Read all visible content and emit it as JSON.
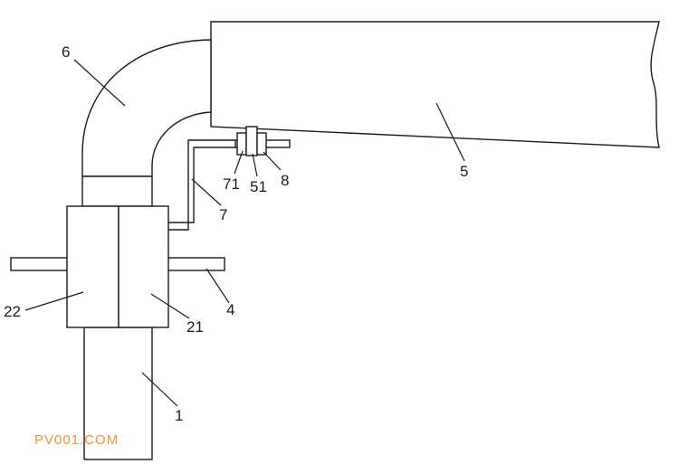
{
  "labels": {
    "n1": "1",
    "n4": "4",
    "n5": "5",
    "n6": "6",
    "n7": "7",
    "n8": "8",
    "n21": "21",
    "n22": "22",
    "n51": "51",
    "n71": "71"
  },
  "watermark": "PV001.COM",
  "colors": {
    "line": "#1a1a1a",
    "watermark": "#e8953a",
    "background": "#ffffff"
  }
}
